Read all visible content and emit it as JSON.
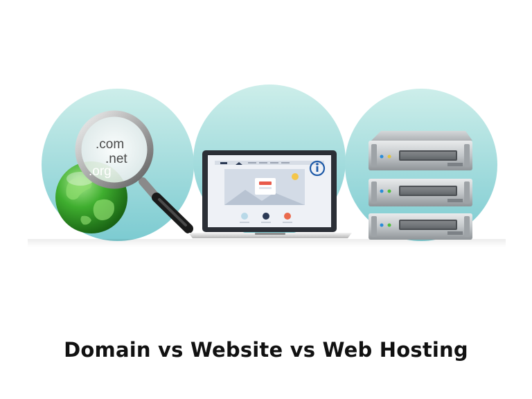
{
  "caption": "Domain vs Website vs Web Hosting",
  "domain_labels": {
    "com": ".com",
    "net": ".net",
    "org": ".org"
  },
  "icons": [
    "globe-icon",
    "magnifier-icon",
    "laptop-icon",
    "info-logo-icon",
    "server-rack-icon"
  ],
  "colors": {
    "circle_top": "#c8eeea",
    "circle_bottom": "#7fcbd0",
    "globe_green": "#3cab2e",
    "caption": "#111111",
    "server_silver": "#bfc3c6"
  }
}
